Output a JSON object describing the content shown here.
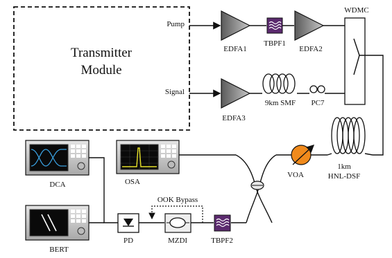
{
  "transmitter": {
    "line1": "Transmitter",
    "line2": "Module",
    "pump": "Pump",
    "signal": "Signal"
  },
  "labels": {
    "edfa1": "EDFA1",
    "edfa2": "EDFA2",
    "edfa3": "EDFA3",
    "tbpf1": "TBPF1",
    "tbpf2": "TBPF2",
    "wdmc": "WDMC",
    "smf": "9km SMF",
    "pc7": "PC7",
    "voa": "VOA",
    "hnl1": "1km",
    "hnl2": "HNL-DSF",
    "dca": "DCA",
    "osa": "OSA",
    "bert": "BERT",
    "pd": "PD",
    "mzdi": "MZDI",
    "bypass": "OOK Bypass"
  },
  "colors": {
    "line": "#111111",
    "edfa": "#8a8a8a",
    "filter": "#5b2a6e",
    "voa": "#f08a1c",
    "dca_trace": "#39a0e0",
    "osa_trace": "#e8e22a",
    "screen": "#0a0a0a"
  }
}
